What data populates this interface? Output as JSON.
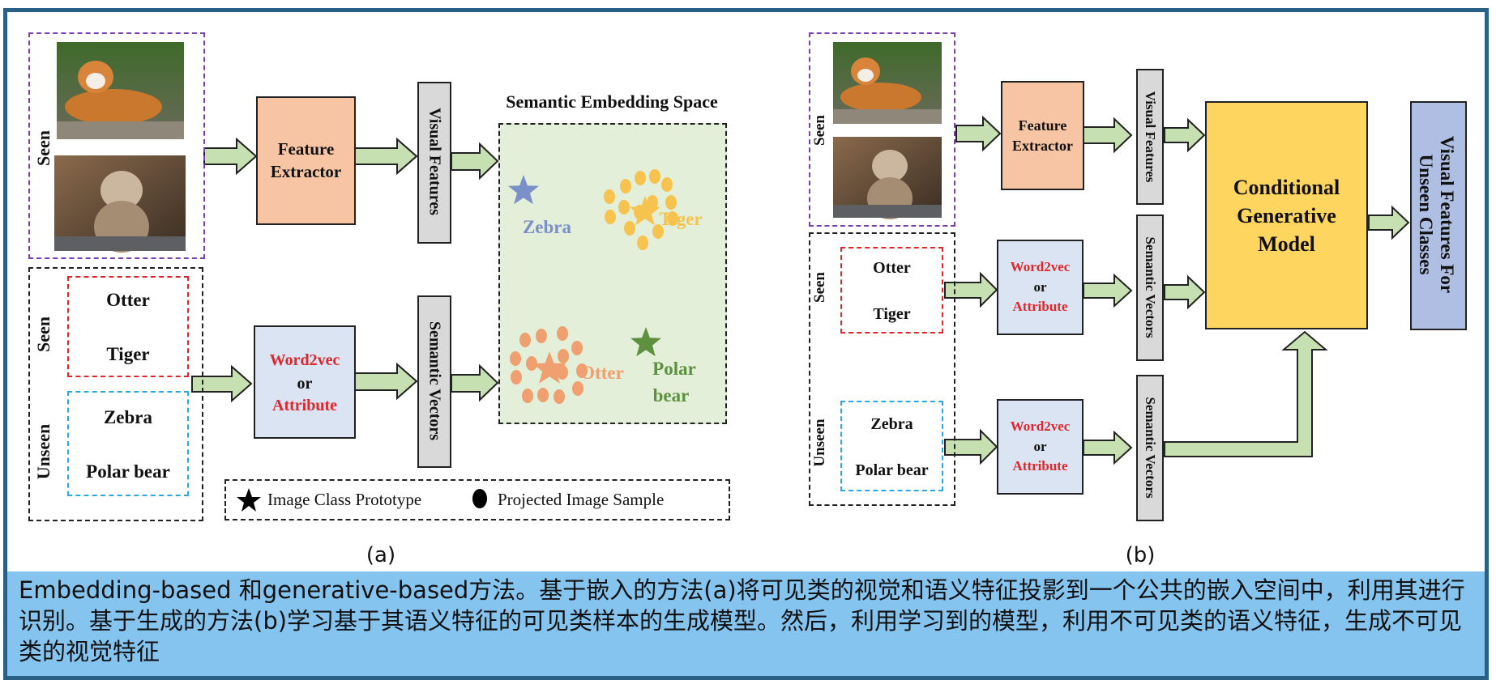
{
  "panel_a": {
    "seen_label_images": "Seen",
    "feature_extractor": [
      "Feature",
      "Extractor"
    ],
    "visual_features": "Visual Features",
    "semantic_space_title": "Semantic Embedding Space",
    "zebra": "Zebra",
    "tiger": "Tiger",
    "otter": "Otter",
    "polar_bear": [
      "Polar",
      "bear"
    ],
    "seen_label_words": "Seen",
    "unseen_label_words": "Unseen",
    "seen_words": [
      "Otter",
      "Tiger"
    ],
    "unseen_words": [
      "Zebra",
      "Polar bear"
    ],
    "word2vec": "Word2vec",
    "or": "or",
    "attribute": "Attribute",
    "semantic_vectors": "Semantic Vectors",
    "legend_star": "Image Class Prototype",
    "legend_dot": "Projected Image Sample",
    "caption": "(a)"
  },
  "panel_b": {
    "seen_label_images": "Seen",
    "feature_extractor": [
      "Feature",
      "Extractor"
    ],
    "visual_features": "Visual Features",
    "seen_label_words": "Seen",
    "unseen_label_words": "Unseen",
    "seen_words": [
      "Otter",
      "Tiger"
    ],
    "unseen_words": [
      "Zebra",
      "Polar bear"
    ],
    "word2vec": "Word2vec",
    "or": "or",
    "attribute": "Attribute",
    "semantic_vectors": "Semantic Vectors",
    "cgm": [
      "Conditional",
      "Generative",
      "Model"
    ],
    "output": [
      "Visual Features For",
      "Unseen Classes"
    ],
    "caption": "(b)"
  },
  "description": "Embedding-based 和generative-based方法。基于嵌入的方法(a)将可见类的视觉和语义特征投影到一个公共的嵌入空间中，利用其进行识别。基于生成的方法(b)学习基于其语义特征的可见类样本的生成模型。然后，利用学习到的模型，利用不可见类的语义特征，生成不可见类的视觉特征",
  "colors": {
    "frame": "#2a5f86",
    "caption_bg": "#86c4f0",
    "feature_extractor": "#f8c5a4",
    "word2vec_box": "#dbe4f3",
    "semantic_space": "#e3efd9",
    "cgm": "#fdd55f",
    "output_box": "#aebfe3",
    "arrow_fill": "#c7e0b2",
    "zebra": "#7b8fc8",
    "tiger": "#f6c34e",
    "otter": "#f0a070",
    "polar_bear": "#5f9040"
  }
}
